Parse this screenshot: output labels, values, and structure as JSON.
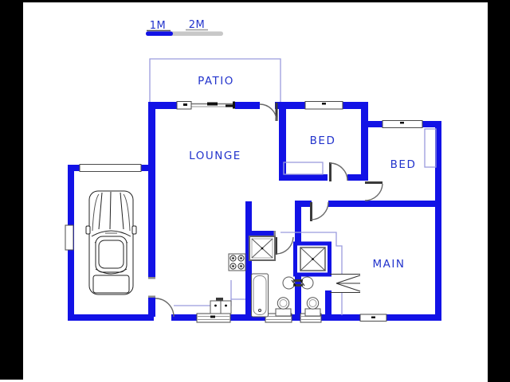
{
  "title": "house floor plan",
  "scale_bar": {
    "label_1m": "1M",
    "label_2m": "2M"
  },
  "rooms": {
    "patio": {
      "label": "PATIO"
    },
    "lounge": {
      "label": "LOUNGE"
    },
    "bed1": {
      "label": "BED"
    },
    "bed2": {
      "label": "BED"
    },
    "main": {
      "label": "MAIN"
    }
  },
  "fixtures": {
    "car": "car",
    "stove": "stove",
    "kitchen_sink": "double sink",
    "counter": "counter",
    "bath": "bath tub",
    "toilet_left": "toilet",
    "toilet_right": "toilet",
    "basin_left": "basin",
    "basin_right": "basin",
    "shower_left": "shower",
    "shower_ensuite": "shower",
    "closet_bed1": "built-in cupboard",
    "closet_bed2": "built-in cupboard",
    "bifold_door": "bi-fold door",
    "sliding_door": "sliding patio door"
  },
  "colors": {
    "wall": "#1212e6",
    "label": "#2233cc",
    "thin_line": "#9b9cdd",
    "scale_blue": "#1212e6",
    "scale_gray": "#c8c8c8",
    "letterbox": "#000000"
  }
}
